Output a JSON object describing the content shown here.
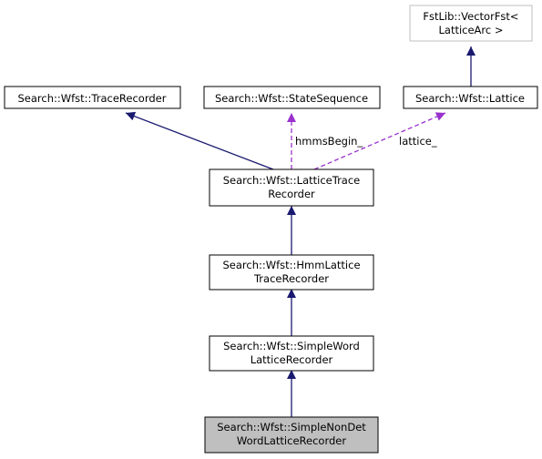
{
  "colors": {
    "inheritance_edge": "#191970",
    "usage_edge": "#9a32cd",
    "node_border": "#000000",
    "external_node_border": "#bfbfbf",
    "highlight_fill": "#bfbfbf",
    "node_fill": "#ffffff"
  },
  "nodes": {
    "vector_fst": {
      "lines": [
        "FstLib::VectorFst<",
        "LatticeArc >"
      ]
    },
    "trace_recorder": {
      "lines": [
        "Search::Wfst::TraceRecorder"
      ]
    },
    "state_sequence": {
      "lines": [
        "Search::Wfst::StateSequence"
      ]
    },
    "lattice": {
      "lines": [
        "Search::Wfst::Lattice"
      ]
    },
    "lattice_trace_recorder": {
      "lines": [
        "Search::Wfst::LatticeTrace",
        "Recorder"
      ]
    },
    "hmm_lattice_trace_recorder": {
      "lines": [
        "Search::Wfst::HmmLattice",
        "TraceRecorder"
      ]
    },
    "simple_word_lattice_recorder": {
      "lines": [
        "Search::Wfst::SimpleWord",
        "LatticeRecorder"
      ]
    },
    "simple_nondet_word_lattice_recorder": {
      "lines": [
        "Search::Wfst::SimpleNonDet",
        "WordLatticeRecorder"
      ]
    }
  },
  "edges": {
    "hmms_begin": {
      "label": "hmmsBegin_"
    },
    "lattice": {
      "label": "lattice_"
    }
  }
}
